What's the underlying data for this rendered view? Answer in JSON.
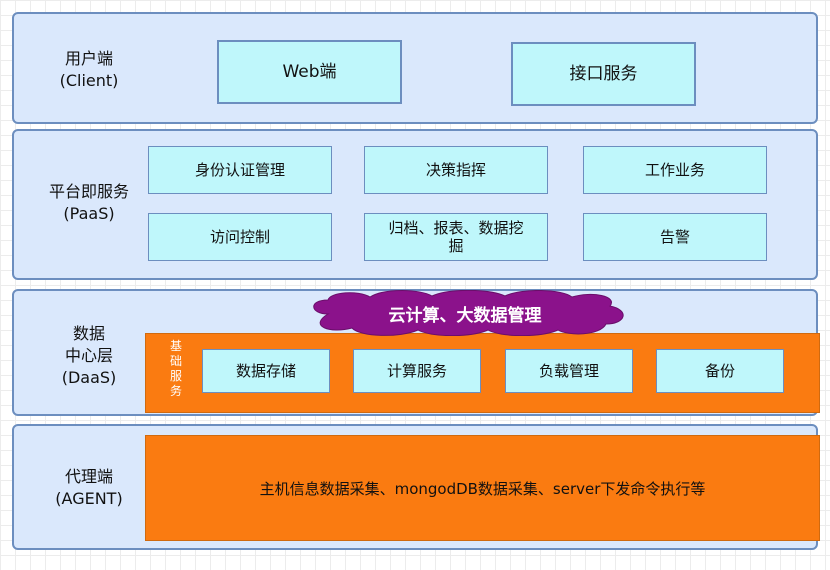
{
  "layers": {
    "client": {
      "name": "用户端",
      "sub": "(Client)",
      "boxes": [
        "Web端",
        "接口服务"
      ]
    },
    "paas": {
      "name": "平台即服务",
      "sub": "(PaaS)",
      "boxes": [
        "身份认证管理",
        "决策指挥",
        "工作业务",
        "访问控制",
        "归档、报表、数据挖掘",
        "告警"
      ]
    },
    "daas": {
      "name": "数据",
      "name2": "中心层",
      "sub": "(DaaS)",
      "cloud": "云计算、大数据管理",
      "basic_label": "基础服务",
      "boxes": [
        "数据存储",
        "计算服务",
        "负载管理",
        "备份"
      ]
    },
    "agent": {
      "name": "代理端",
      "sub": "(AGENT)",
      "text": "主机信息数据采集、mongodDB数据采集、server下发命令执行等"
    }
  },
  "colors": {
    "layer_fill": "#dae8fc",
    "layer_border": "#6c8ebf",
    "box_fill": "#bff7fb",
    "orange": "#fa7b11",
    "cloud": "#8b128b"
  }
}
